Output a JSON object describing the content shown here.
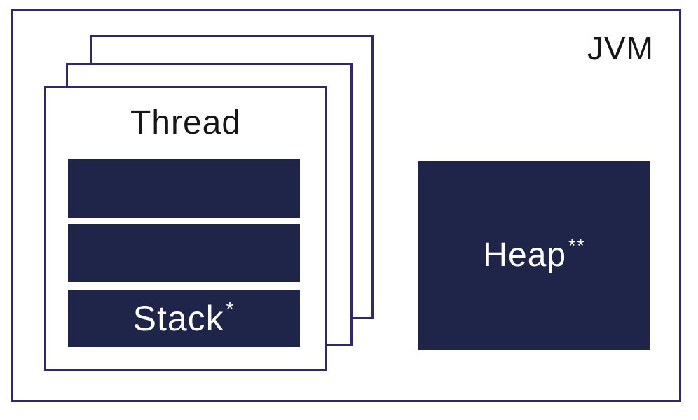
{
  "jvm": {
    "label": "JVM"
  },
  "thread": {
    "label": "Thread",
    "card_count": 3,
    "bars": [
      {
        "label": "",
        "superscript": ""
      },
      {
        "label": "",
        "superscript": ""
      },
      {
        "label": "Stack",
        "superscript": "*"
      }
    ]
  },
  "heap": {
    "label": "Heap",
    "superscript": "**"
  },
  "colors": {
    "navy": "#1f2449",
    "border": "#2f2a63",
    "ink": "#161616",
    "light": "#ffffff",
    "background": "#ffffff"
  }
}
